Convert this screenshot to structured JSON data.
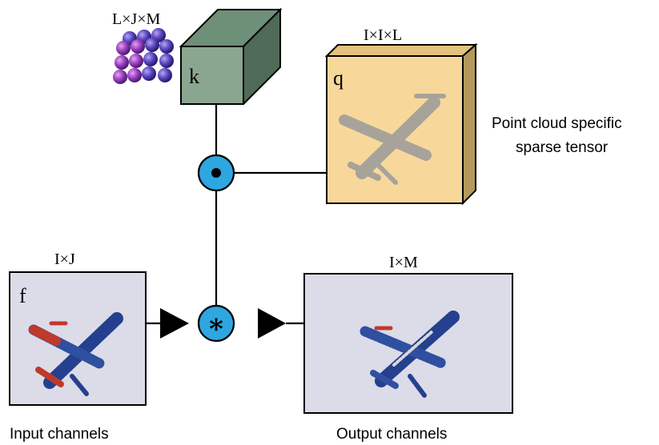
{
  "tensor_k": {
    "dims": "L×J×M",
    "letter": "k"
  },
  "tensor_q": {
    "dims": "I×I×L",
    "letter": "q",
    "caption_line1": "Point cloud specific",
    "caption_line2": "sparse tensor"
  },
  "input": {
    "dims": "I×J",
    "letter": "f",
    "caption": "Input channels"
  },
  "output": {
    "dims": "I×M",
    "caption": "Output channels"
  },
  "operators": {
    "hadamard": "odot",
    "convolution": "∗"
  },
  "colors": {
    "k_front": "#8aa690",
    "k_top": "#6e8f78",
    "k_side": "#506a58",
    "q_front": "#f7d89a",
    "q_side": "#b39a5c",
    "q_top": "#e2c27c",
    "panel_fill": "#dcdbe8",
    "operator_fill": "#2ea6e0",
    "arrow": "#000000",
    "cloud_gray": "#9a9a9a",
    "cloud_blue": "#24408f",
    "cloud_red": "#c0392b"
  }
}
